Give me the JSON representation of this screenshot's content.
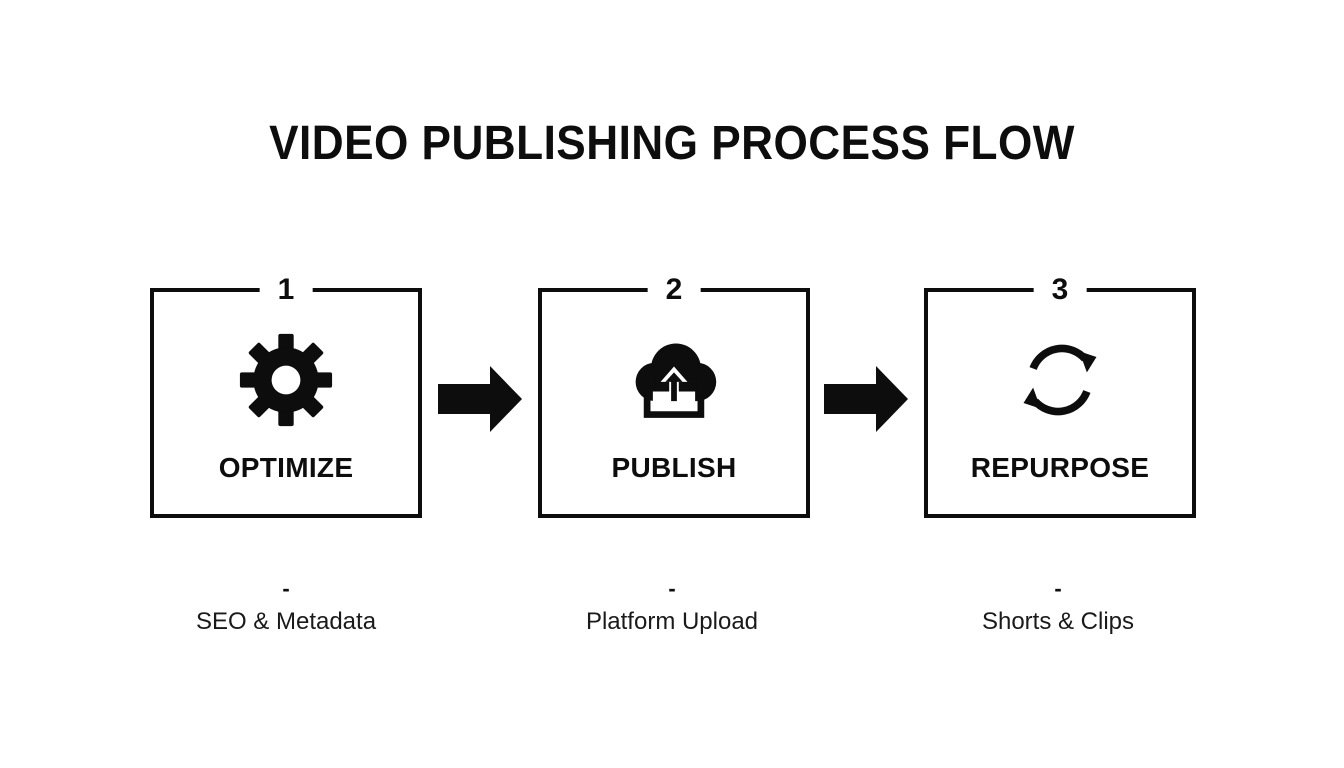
{
  "title": "VIDEO PUBLISHING PROCESS FLOW",
  "colors": {
    "ink": "#0d0d0d",
    "background": "#ffffff"
  },
  "steps": [
    {
      "number": "1",
      "label": "OPTIMIZE",
      "icon": "gear-icon",
      "note_dash": "-",
      "note": "SEO & Metadata"
    },
    {
      "number": "2",
      "label": "PUBLISH",
      "icon": "cloud-upload-icon",
      "note_dash": "-",
      "note": "Platform Upload"
    },
    {
      "number": "3",
      "label": "REPURPOSE",
      "icon": "refresh-cycle-icon",
      "note_dash": "-",
      "note": "Shorts & Clips"
    }
  ],
  "connectors": [
    {
      "icon": "right-arrow-icon"
    },
    {
      "icon": "right-arrow-icon"
    }
  ]
}
